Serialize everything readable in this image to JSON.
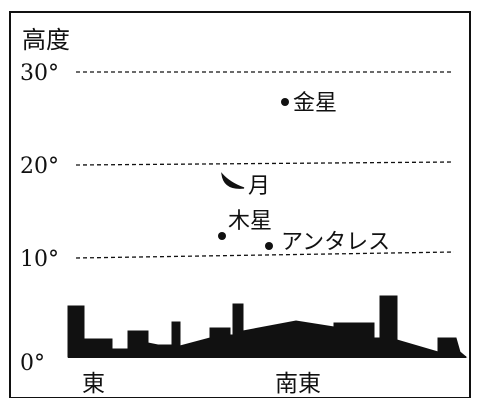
{
  "title": "高度",
  "altitude_levels": [
    {
      "value": 30,
      "label": "30°"
    },
    {
      "value": 20,
      "label": "20°"
    },
    {
      "value": 10,
      "label": "10°"
    },
    {
      "value": 0,
      "label": "0°"
    }
  ],
  "objects": [
    {
      "name": "金星",
      "marker": "dot"
    },
    {
      "name": "月",
      "marker": "crescent"
    },
    {
      "name": "木星",
      "marker": "dot"
    },
    {
      "name": "アンタレス",
      "marker": "dot"
    }
  ],
  "directions": [
    "東",
    "南東"
  ]
}
